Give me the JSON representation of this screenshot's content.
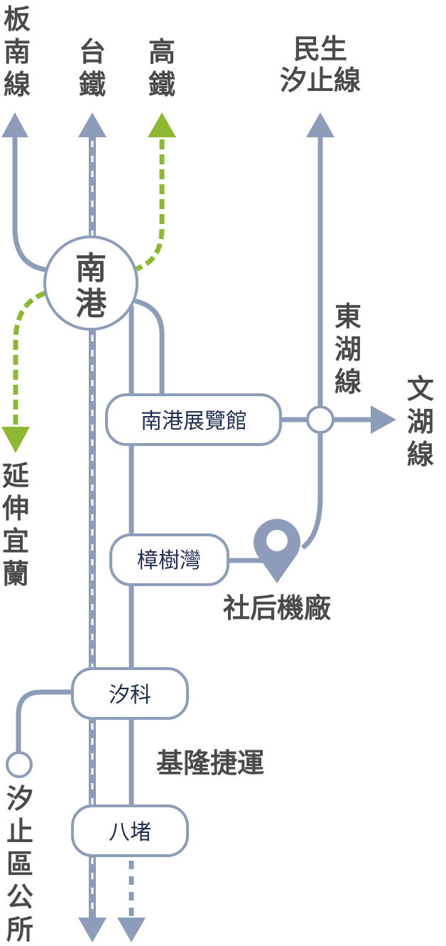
{
  "colors": {
    "line": "#8d9cb8",
    "green": "#8db833",
    "label_text": "#4a4a4a",
    "station_text": "#1e2d4f",
    "background": "#ffffff"
  },
  "top_labels": {
    "banan": [
      "板",
      "南",
      "線"
    ],
    "tra": [
      "台",
      "鐵"
    ],
    "hsr": [
      "高",
      "鐵"
    ],
    "minsheng_line1": "民生",
    "minsheng_line2": "汐止線"
  },
  "side_labels": {
    "donghu": [
      "東",
      "湖",
      "線"
    ],
    "wenhu": [
      "文",
      "湖",
      "線"
    ],
    "yilan": [
      "延",
      "伸",
      "宜",
      "蘭"
    ],
    "xizhi_office": [
      "汐",
      "止",
      "區",
      "公",
      "所"
    ],
    "keelung_mrt": "基隆捷運",
    "depot": "社后機廠"
  },
  "hub": {
    "name_chars": [
      "南",
      "港"
    ]
  },
  "stations": {
    "exhibition": "南港展覽館",
    "zhangshuwan": "樟樹灣",
    "xike": "汐科",
    "badu": "八堵"
  },
  "icons": {
    "depot": "map-pin-icon",
    "arrow": "arrow-icon",
    "junction": "junction-circle-icon"
  }
}
